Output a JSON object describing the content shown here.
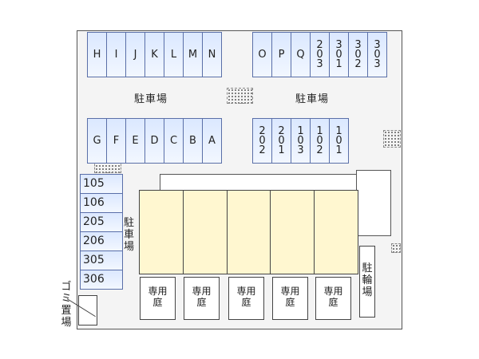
{
  "top_left_spaces": [
    "H",
    "I",
    "J",
    "K",
    "L",
    "M",
    "N"
  ],
  "top_right_spaces": [
    {
      "lines": [
        "O"
      ]
    },
    {
      "lines": [
        "P"
      ]
    },
    {
      "lines": [
        "Q"
      ]
    },
    {
      "lines": [
        "2",
        "0",
        "3"
      ]
    },
    {
      "lines": [
        "3",
        "0",
        "1"
      ]
    },
    {
      "lines": [
        "3",
        "0",
        "2"
      ]
    },
    {
      "lines": [
        "3",
        "0",
        "3"
      ]
    }
  ],
  "mid_left_spaces": [
    "G",
    "F",
    "E",
    "D",
    "C",
    "B",
    "A"
  ],
  "mid_right_spaces": [
    {
      "lines": [
        "2",
        "0",
        "2"
      ]
    },
    {
      "lines": [
        "2",
        "0",
        "1"
      ]
    },
    {
      "lines": [
        "1",
        "0",
        "3"
      ]
    },
    {
      "lines": [
        "1",
        "0",
        "2"
      ]
    },
    {
      "lines": [
        "1",
        "0",
        "1"
      ]
    }
  ],
  "parking_label": "駐車場",
  "parking_label_vertical": [
    "駐",
    "車",
    "場"
  ],
  "units": [
    "105",
    "106",
    "205",
    "206",
    "305",
    "306"
  ],
  "garden_label": [
    "専用",
    "庭"
  ],
  "bike_parking": [
    "駐",
    "輪",
    "場"
  ],
  "garbage": [
    "ゴ",
    "ミ",
    "置",
    "場"
  ]
}
